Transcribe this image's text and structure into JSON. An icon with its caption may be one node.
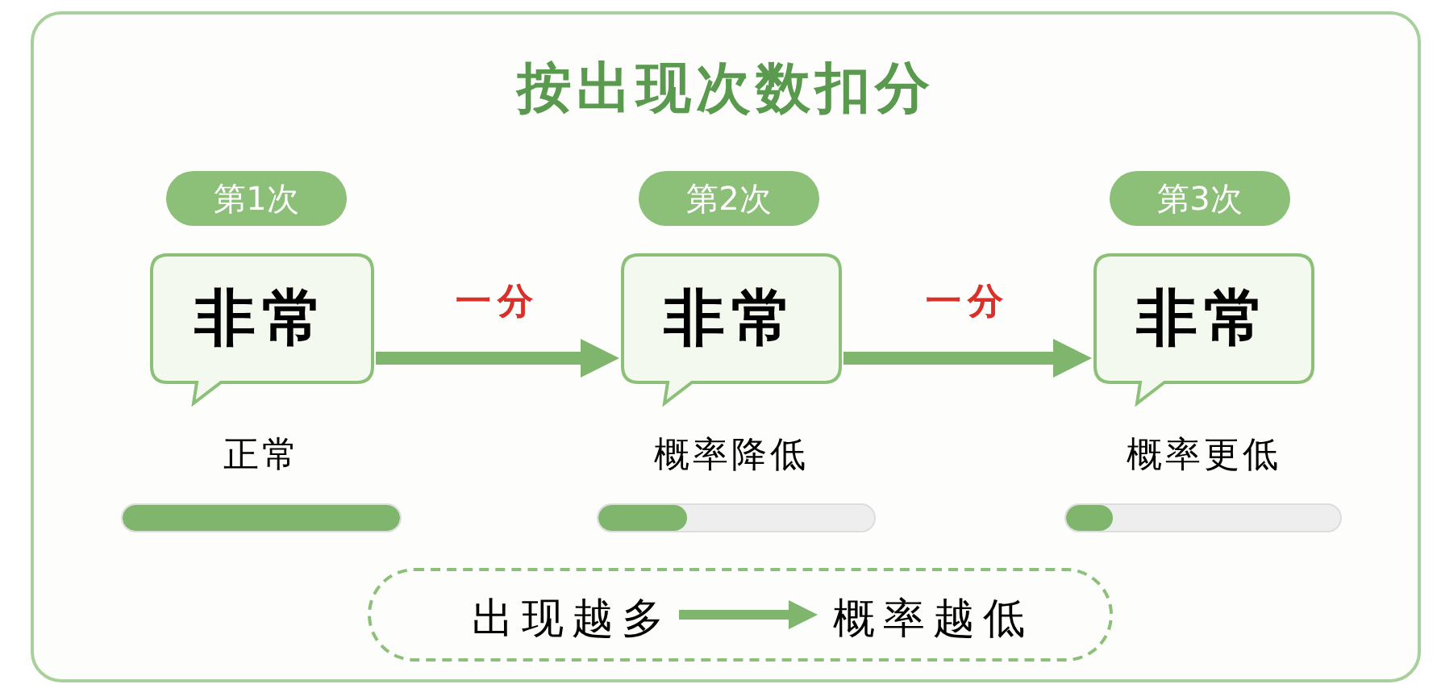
{
  "diagram": {
    "title": "按出现次数扣分",
    "nodes": [
      {
        "text": [
          "第1次"
        ]
      },
      {
        "text": [
          "非常"
        ],
        "beside": [
          "正常"
        ]
      },
      {
        "text": [
          "第2次"
        ]
      },
      {
        "text": [
          "非常"
        ],
        "beside": [
          "概率降低"
        ]
      },
      {
        "text": [
          "第3次"
        ]
      },
      {
        "text": [
          "非常"
        ],
        "beside": [
          "概率更低"
        ]
      },
      {
        "text": [],
        "shape": "box"
      },
      {
        "text": [
          "出现越多"
        ],
        "in": 6
      },
      {
        "text": [
          "概率越低"
        ],
        "in": 6
      }
    ],
    "edges": [
      {
        "from": 1,
        "to": 3,
        "arrow": "to",
        "label": "一分"
      },
      {
        "from": 3,
        "to": 5,
        "arrow": "to",
        "label": "一分"
      },
      {
        "from": 7,
        "to": 8,
        "arrow": "to"
      }
    ]
  }
}
